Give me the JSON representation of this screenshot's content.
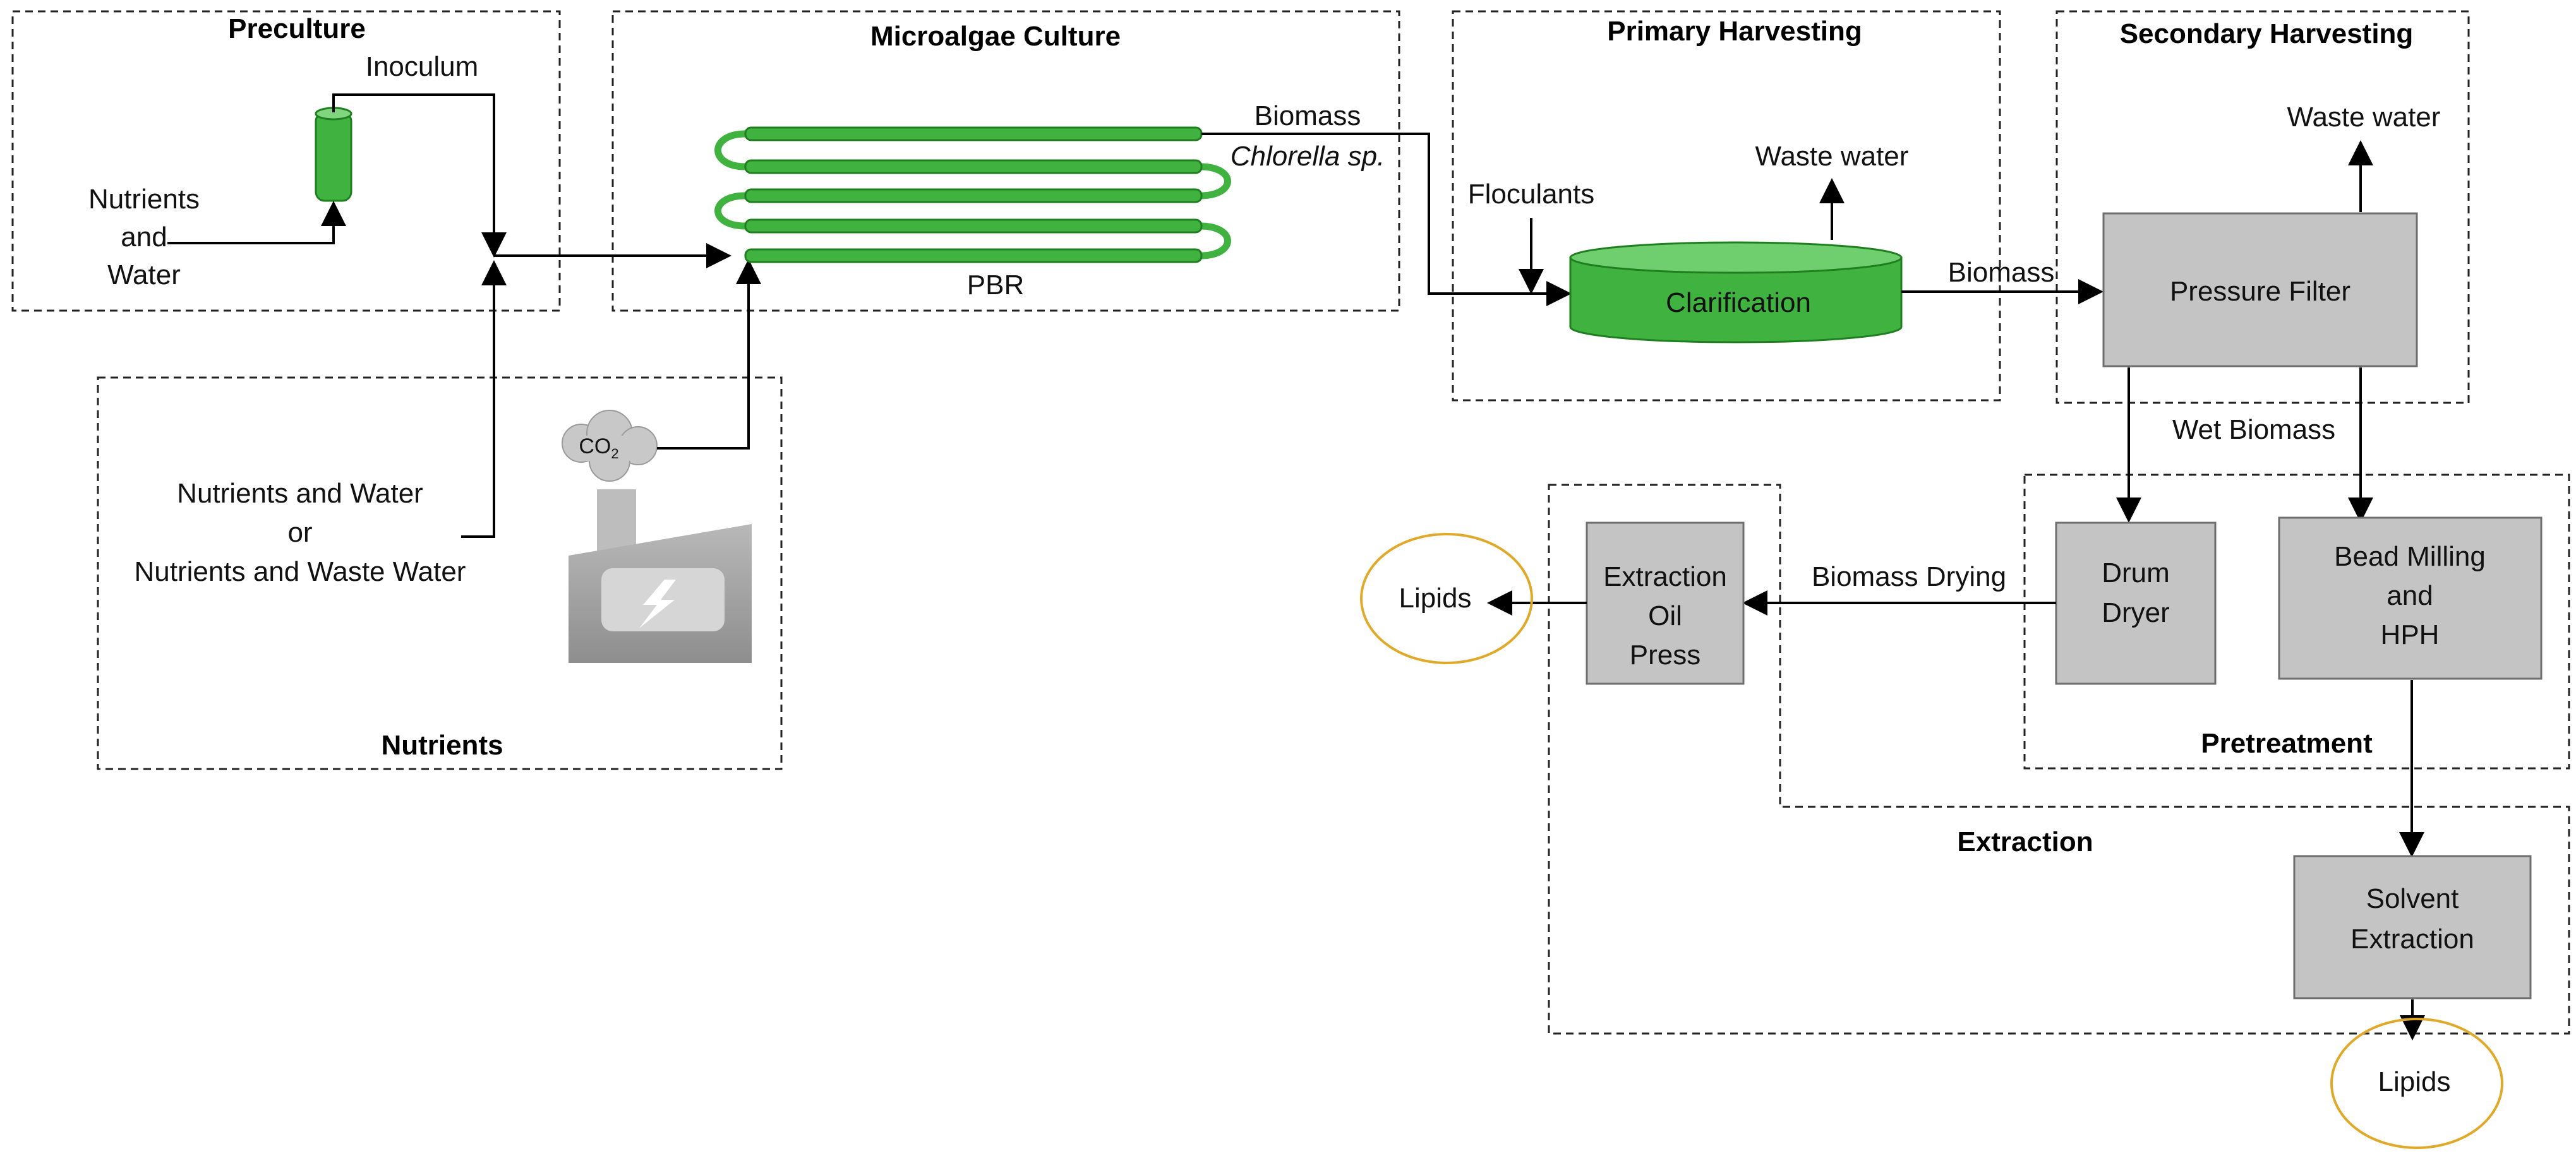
{
  "sections": {
    "preculture": "Preculture",
    "culture": "Microalgae Culture",
    "primary": "Primary Harvesting",
    "secondary": "Secondary Harvesting",
    "nutrients": "Nutrients",
    "pretreatment": "Pretreatment",
    "extraction": "Extraction"
  },
  "labels": {
    "inoculum": "Inoculum",
    "nutrients_water_1": "Nutrients",
    "nutrients_water_2": "and",
    "nutrients_water_3": "Water",
    "biomass": "Biomass",
    "chlorella": "Chlorella sp.",
    "pbr": "PBR",
    "floculants": "Floculants",
    "wastewater_primary": "Waste water",
    "wastewater_secondary": "Waste water",
    "biomass_2": "Biomass",
    "wet_biomass": "Wet Biomass",
    "biomass_drying": "Biomass Drying",
    "nw_line1": "Nutrients and Water",
    "nw_line2": "or",
    "nw_line3": "Nutrients and Waste Water",
    "co2_main": "CO",
    "co2_sub": "2"
  },
  "boxes": {
    "clarification": "Clarification",
    "pressure_filter": "Pressure Filter",
    "drum_dryer_1": "Drum",
    "drum_dryer_2": "Dryer",
    "bead_1": "Bead Milling",
    "bead_2": "and",
    "bead_3": "HPH",
    "oil_1": "Extraction",
    "oil_2": "Oil",
    "oil_3": "Press",
    "solvent_1": "Solvent",
    "solvent_2": "Extraction"
  },
  "outputs": {
    "lipids_1": "Lipids",
    "lipids_2": "Lipids"
  },
  "colors": {
    "algae_green": "#3fb23f",
    "unit_grey": "#c4c4c4",
    "lipid_outline": "#e0a92a"
  },
  "icons": {
    "bioreactor": "green-cylinder-icon",
    "factory": "factory-lightning-icon",
    "co2_cloud": "cloud-icon"
  }
}
